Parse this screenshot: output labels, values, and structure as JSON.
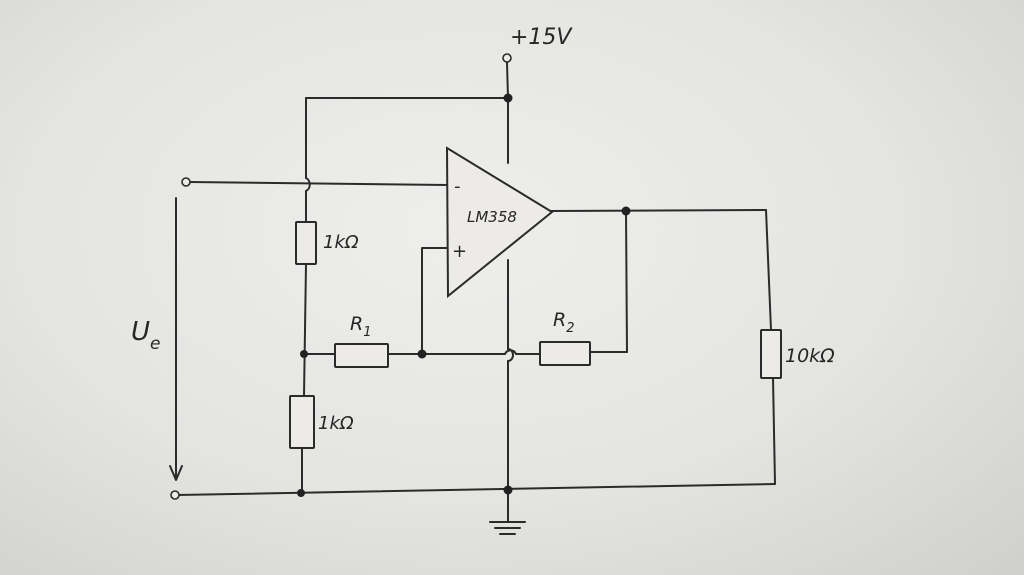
{
  "diagram": {
    "supply_label": "+15V",
    "opamp": {
      "name": "LM358",
      "inverting": "-",
      "noninverting": "+"
    },
    "resistors": {
      "upper_divider": "1kΩ",
      "lower_divider": "1kΩ",
      "r1": {
        "name": "R",
        "sub": "1"
      },
      "r2": {
        "name": "R",
        "sub": "2"
      },
      "load": "10kΩ"
    },
    "input_voltage": {
      "name": "U",
      "sub": "e"
    }
  }
}
